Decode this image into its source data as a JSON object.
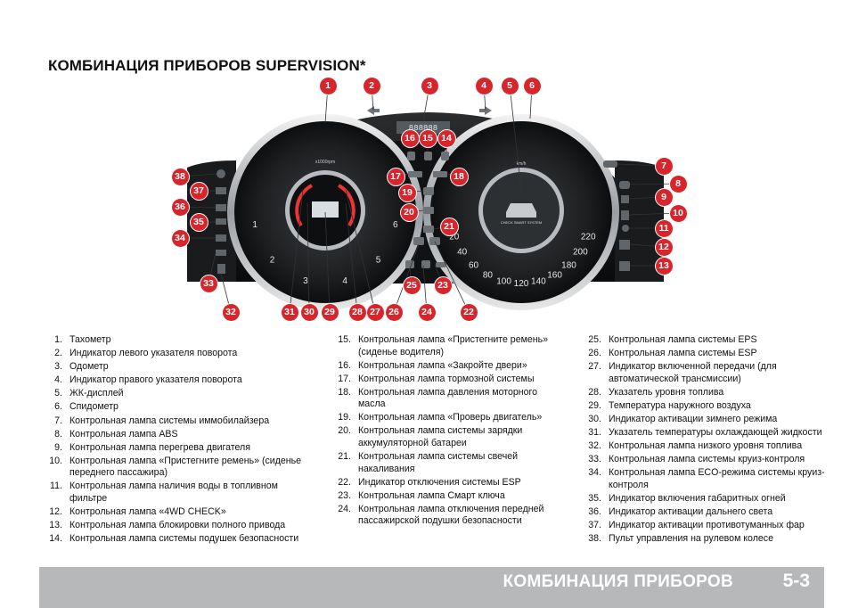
{
  "page": {
    "title": "КОМБИНАЦИЯ ПРИБОРОВ SUPERVISION*",
    "footer_title": "КОМБИНАЦИЯ ПРИБОРОВ",
    "page_number": "5-3"
  },
  "dashboard": {
    "tacho_label": "x1000rpm",
    "tacho_ticks": [
      "1",
      "2",
      "3",
      "4",
      "5",
      "6"
    ],
    "speedo_unit": "km/h",
    "speedo_ticks": [
      "20",
      "40",
      "60",
      "80",
      "100",
      "120",
      "140",
      "160",
      "180",
      "200",
      "220"
    ],
    "lcd_text": "CHECK SMART SYSTEM",
    "callouts": [
      "1",
      "2",
      "3",
      "4",
      "5",
      "6",
      "7",
      "8",
      "9",
      "10",
      "11",
      "12",
      "13",
      "14",
      "15",
      "16",
      "17",
      "18",
      "19",
      "20",
      "21",
      "22",
      "23",
      "24",
      "25",
      "26",
      "27",
      "28",
      "29",
      "30",
      "31",
      "32",
      "33",
      "34",
      "35",
      "36",
      "37",
      "38"
    ]
  },
  "legend": {
    "col1": [
      {
        "num": "1.",
        "text": "Тахометр"
      },
      {
        "num": "2.",
        "text": "Индикатор левого указателя поворота"
      },
      {
        "num": "3.",
        "text": "Одометр"
      },
      {
        "num": "4.",
        "text": "Индикатор правого указателя поворота"
      },
      {
        "num": "5.",
        "text": "ЖК-дисплей"
      },
      {
        "num": "6.",
        "text": "Спидометр"
      },
      {
        "num": "7.",
        "text": "Контрольная лампа системы иммобилайзера"
      },
      {
        "num": "8.",
        "text": "Контрольная лампа ABS"
      },
      {
        "num": "9.",
        "text": "Контрольная лампа перегрева двигателя"
      },
      {
        "num": "10.",
        "text": "Контрольная лампа «Пристегните ремень» (сиденье переднего пассажира)"
      },
      {
        "num": "11.",
        "text": "Контрольная лампа наличия воды в топливном фильтре"
      },
      {
        "num": "12.",
        "text": "Контрольная лампа «4WD CHECK»"
      },
      {
        "num": "13.",
        "text": "Контрольная лампа блокировки полного привода"
      },
      {
        "num": "14.",
        "text": "Контрольная лампа системы подушек безопасности"
      }
    ],
    "col2": [
      {
        "num": "15.",
        "text": "Контрольная лампа «Пристегните ремень» (сиденье водителя)"
      },
      {
        "num": "16.",
        "text": "Контрольная лампа «Закройте двери»"
      },
      {
        "num": "17.",
        "text": "Контрольная лампа тормозной системы"
      },
      {
        "num": "18.",
        "text": "Контрольная лампа давления моторного масла"
      },
      {
        "num": "19.",
        "text": "Контрольная лампа «Проверь двигатель»"
      },
      {
        "num": "20.",
        "text": "Контрольная лампа системы зарядки аккумуляторной батареи"
      },
      {
        "num": "21.",
        "text": "Контрольная лампа системы свечей накаливания"
      },
      {
        "num": "22.",
        "text": "Индикатор отключения системы ESP"
      },
      {
        "num": "23.",
        "text": "Контрольная лампа Смарт ключа"
      },
      {
        "num": "24.",
        "text": "Контрольная лампа отключения передней пассажирской подушки безопасности"
      }
    ],
    "col3": [
      {
        "num": "25.",
        "text": "Контрольная лампа системы EPS"
      },
      {
        "num": "26.",
        "text": "Контрольная лампа системы ESP"
      },
      {
        "num": "27.",
        "text": "Индикатор включенной передачи (для автоматической трансмиссии)"
      },
      {
        "num": "28.",
        "text": "Указатель уровня топлива"
      },
      {
        "num": "29.",
        "text": "Температура наружного воздуха"
      },
      {
        "num": "30.",
        "text": "Индикатор активации зимнего режима"
      },
      {
        "num": "31.",
        "text": "Указатель температуры охлаждающей жидкости"
      },
      {
        "num": "32.",
        "text": "Контрольная лампа низкого уровня топлива"
      },
      {
        "num": "33.",
        "text": "Контрольная лампа системы круиз-контроля"
      },
      {
        "num": "34.",
        "text": "Контрольная лампа ECO-режима системы круиз-контроля"
      },
      {
        "num": "35.",
        "text": "Индикатор включения габаритных огней"
      },
      {
        "num": "36.",
        "text": "Индикатор активации дальнего света"
      },
      {
        "num": "37.",
        "text": "Индикатор активации противотуманных фар"
      },
      {
        "num": "38.",
        "text": "Пульт управления на рулевом колесе"
      }
    ]
  }
}
